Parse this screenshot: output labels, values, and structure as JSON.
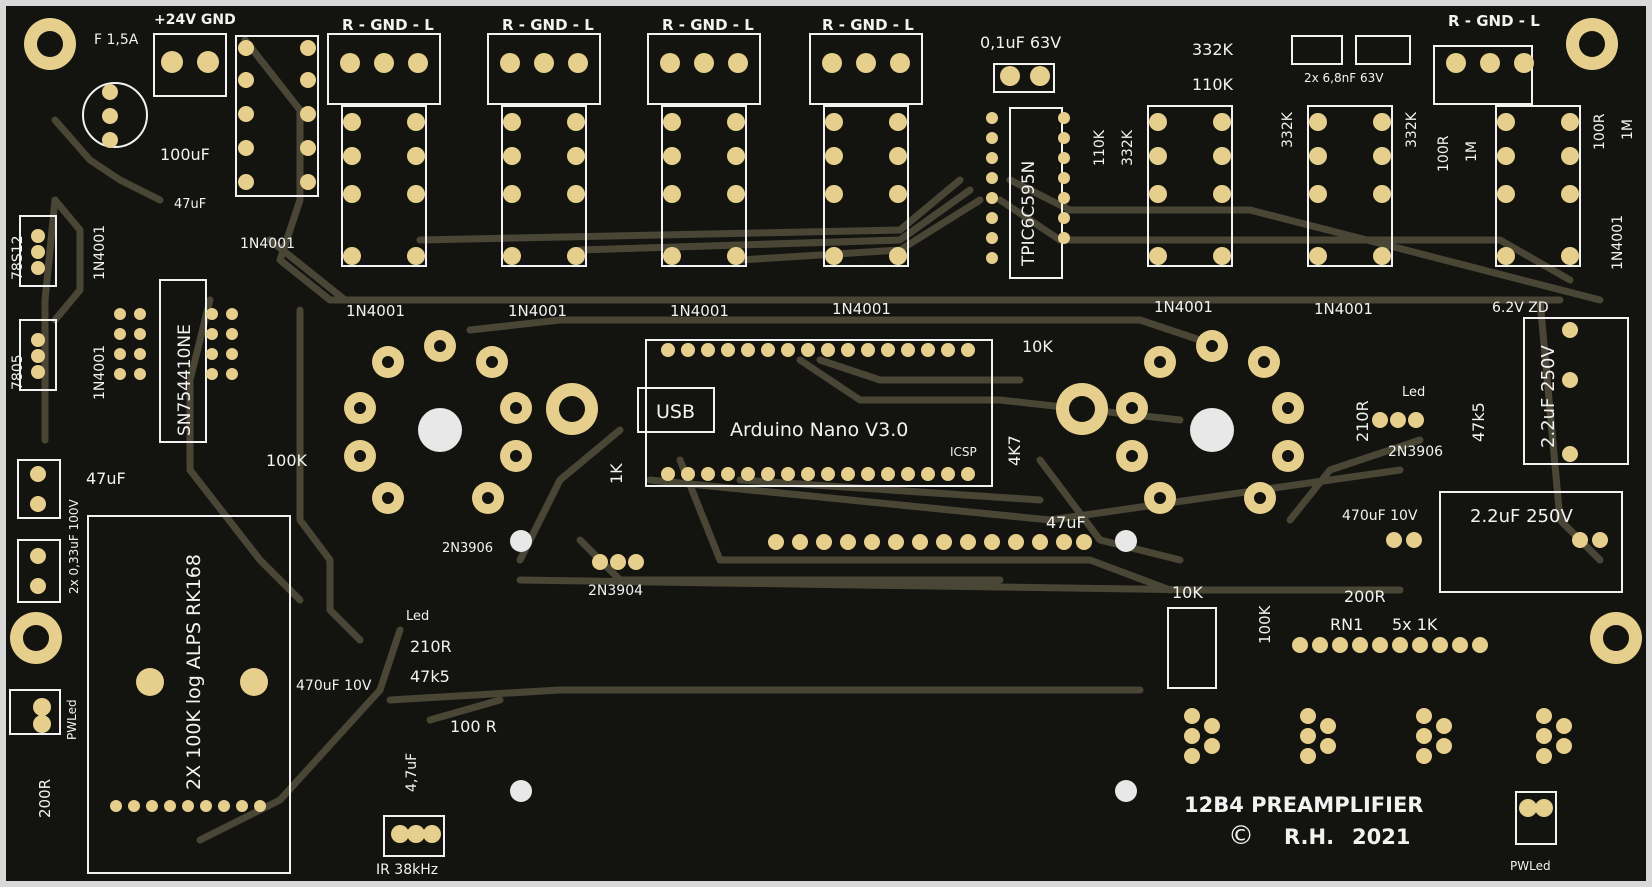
{
  "colors": {
    "frame": "#d9d9d9",
    "board": "#131310",
    "trace": "#4a4636",
    "pad": "#e6cf8c",
    "hole": "#131310",
    "silk": "#f2f2f2",
    "tube": "#e8e8e8"
  },
  "board": {
    "title": "12B4 PREAMPLIFIER",
    "copyright_symbol": "©",
    "author": "R.H.",
    "year": "2021"
  },
  "labels": [
    {
      "id": "fuse",
      "text": "F 1,5A"
    },
    {
      "id": "pwr",
      "text": "+24V GND"
    },
    {
      "id": "rgl1",
      "text": "R - GND - L"
    },
    {
      "id": "rgl2",
      "text": "R - GND - L"
    },
    {
      "id": "rgl3",
      "text": "R - GND - L"
    },
    {
      "id": "rgl4",
      "text": "R - GND - L"
    },
    {
      "id": "rgl5",
      "text": "R - GND - L"
    },
    {
      "id": "cap01",
      "text": "0,1uF 63V"
    },
    {
      "id": "r332a",
      "text": "332K"
    },
    {
      "id": "r110a",
      "text": "110K"
    },
    {
      "id": "c68",
      "text": "2x 6,8nF 63V"
    },
    {
      "id": "c100",
      "text": "100uF"
    },
    {
      "id": "c47a",
      "text": "47uF"
    },
    {
      "id": "d1",
      "text": "1N4001"
    },
    {
      "id": "reg1",
      "text": "78S12"
    },
    {
      "id": "d2",
      "text": "1N4001"
    },
    {
      "id": "reg2",
      "text": "7805"
    },
    {
      "id": "d3",
      "text": "1N4001"
    },
    {
      "id": "c47b",
      "text": "47uF"
    },
    {
      "id": "c033",
      "text": "2x 0,33uF 100V"
    },
    {
      "id": "ic1",
      "text": "SN754410NE"
    },
    {
      "id": "ic2",
      "text": "TPIC6C595N"
    },
    {
      "id": "r110b",
      "text": "110K"
    },
    {
      "id": "r332b",
      "text": "332K"
    },
    {
      "id": "r332c",
      "text": "332K"
    },
    {
      "id": "r332d",
      "text": "332K"
    },
    {
      "id": "r100r",
      "text": "100R"
    },
    {
      "id": "r1m",
      "text": "1M"
    },
    {
      "id": "r100r2",
      "text": "100R"
    },
    {
      "id": "r1m2",
      "text": "1M"
    },
    {
      "id": "d4",
      "text": "1N4001"
    },
    {
      "id": "dr1",
      "text": "1N4001"
    },
    {
      "id": "dr2",
      "text": "1N4001"
    },
    {
      "id": "dr3",
      "text": "1N4001"
    },
    {
      "id": "dr4",
      "text": "1N4001"
    },
    {
      "id": "dr5",
      "text": "1N4001"
    },
    {
      "id": "dr6",
      "text": "1N4001"
    },
    {
      "id": "zd",
      "text": "6.2V ZD"
    },
    {
      "id": "usb",
      "text": "USB"
    },
    {
      "id": "nano",
      "text": "Arduino Nano V3.0"
    },
    {
      "id": "icsp",
      "text": "ICSP"
    },
    {
      "id": "r10ka",
      "text": "10K"
    },
    {
      "id": "r4k7",
      "text": "4K7"
    },
    {
      "id": "c47c",
      "text": "47uF"
    },
    {
      "id": "r100ka",
      "text": "100K"
    },
    {
      "id": "r1k",
      "text": "1K"
    },
    {
      "id": "q3904",
      "text": "2N3904"
    },
    {
      "id": "q3906a",
      "text": "2N3906"
    },
    {
      "id": "led1",
      "text": "Led"
    },
    {
      "id": "pot",
      "text": "2X 100K log ALPS RK168"
    },
    {
      "id": "c470a",
      "text": "470uF 10V"
    },
    {
      "id": "r210a",
      "text": "210R"
    },
    {
      "id": "r47k5a",
      "text": "47k5"
    },
    {
      "id": "r100r3",
      "text": "100 R"
    },
    {
      "id": "c47uf",
      "text": "4,7uF"
    },
    {
      "id": "ir",
      "text": "IR 38kHz"
    },
    {
      "id": "pwled1",
      "text": "PWLed"
    },
    {
      "id": "r200a",
      "text": "200R"
    },
    {
      "id": "r210b",
      "text": "210R"
    },
    {
      "id": "led2",
      "text": "Led"
    },
    {
      "id": "q3906b",
      "text": "2N3906"
    },
    {
      "id": "r47k5b",
      "text": "47k5"
    },
    {
      "id": "c22a",
      "text": "2.2uF 250V"
    },
    {
      "id": "c470b",
      "text": "470uF 10V"
    },
    {
      "id": "c22b",
      "text": "2.2uF 250V"
    },
    {
      "id": "r10kb",
      "text": "10K"
    },
    {
      "id": "r100kb",
      "text": "100K"
    },
    {
      "id": "r200b",
      "text": "200R"
    },
    {
      "id": "rn1",
      "text": "RN1"
    },
    {
      "id": "rn",
      "text": "5x 1K"
    },
    {
      "id": "pwled2",
      "text": "PWLed"
    }
  ]
}
